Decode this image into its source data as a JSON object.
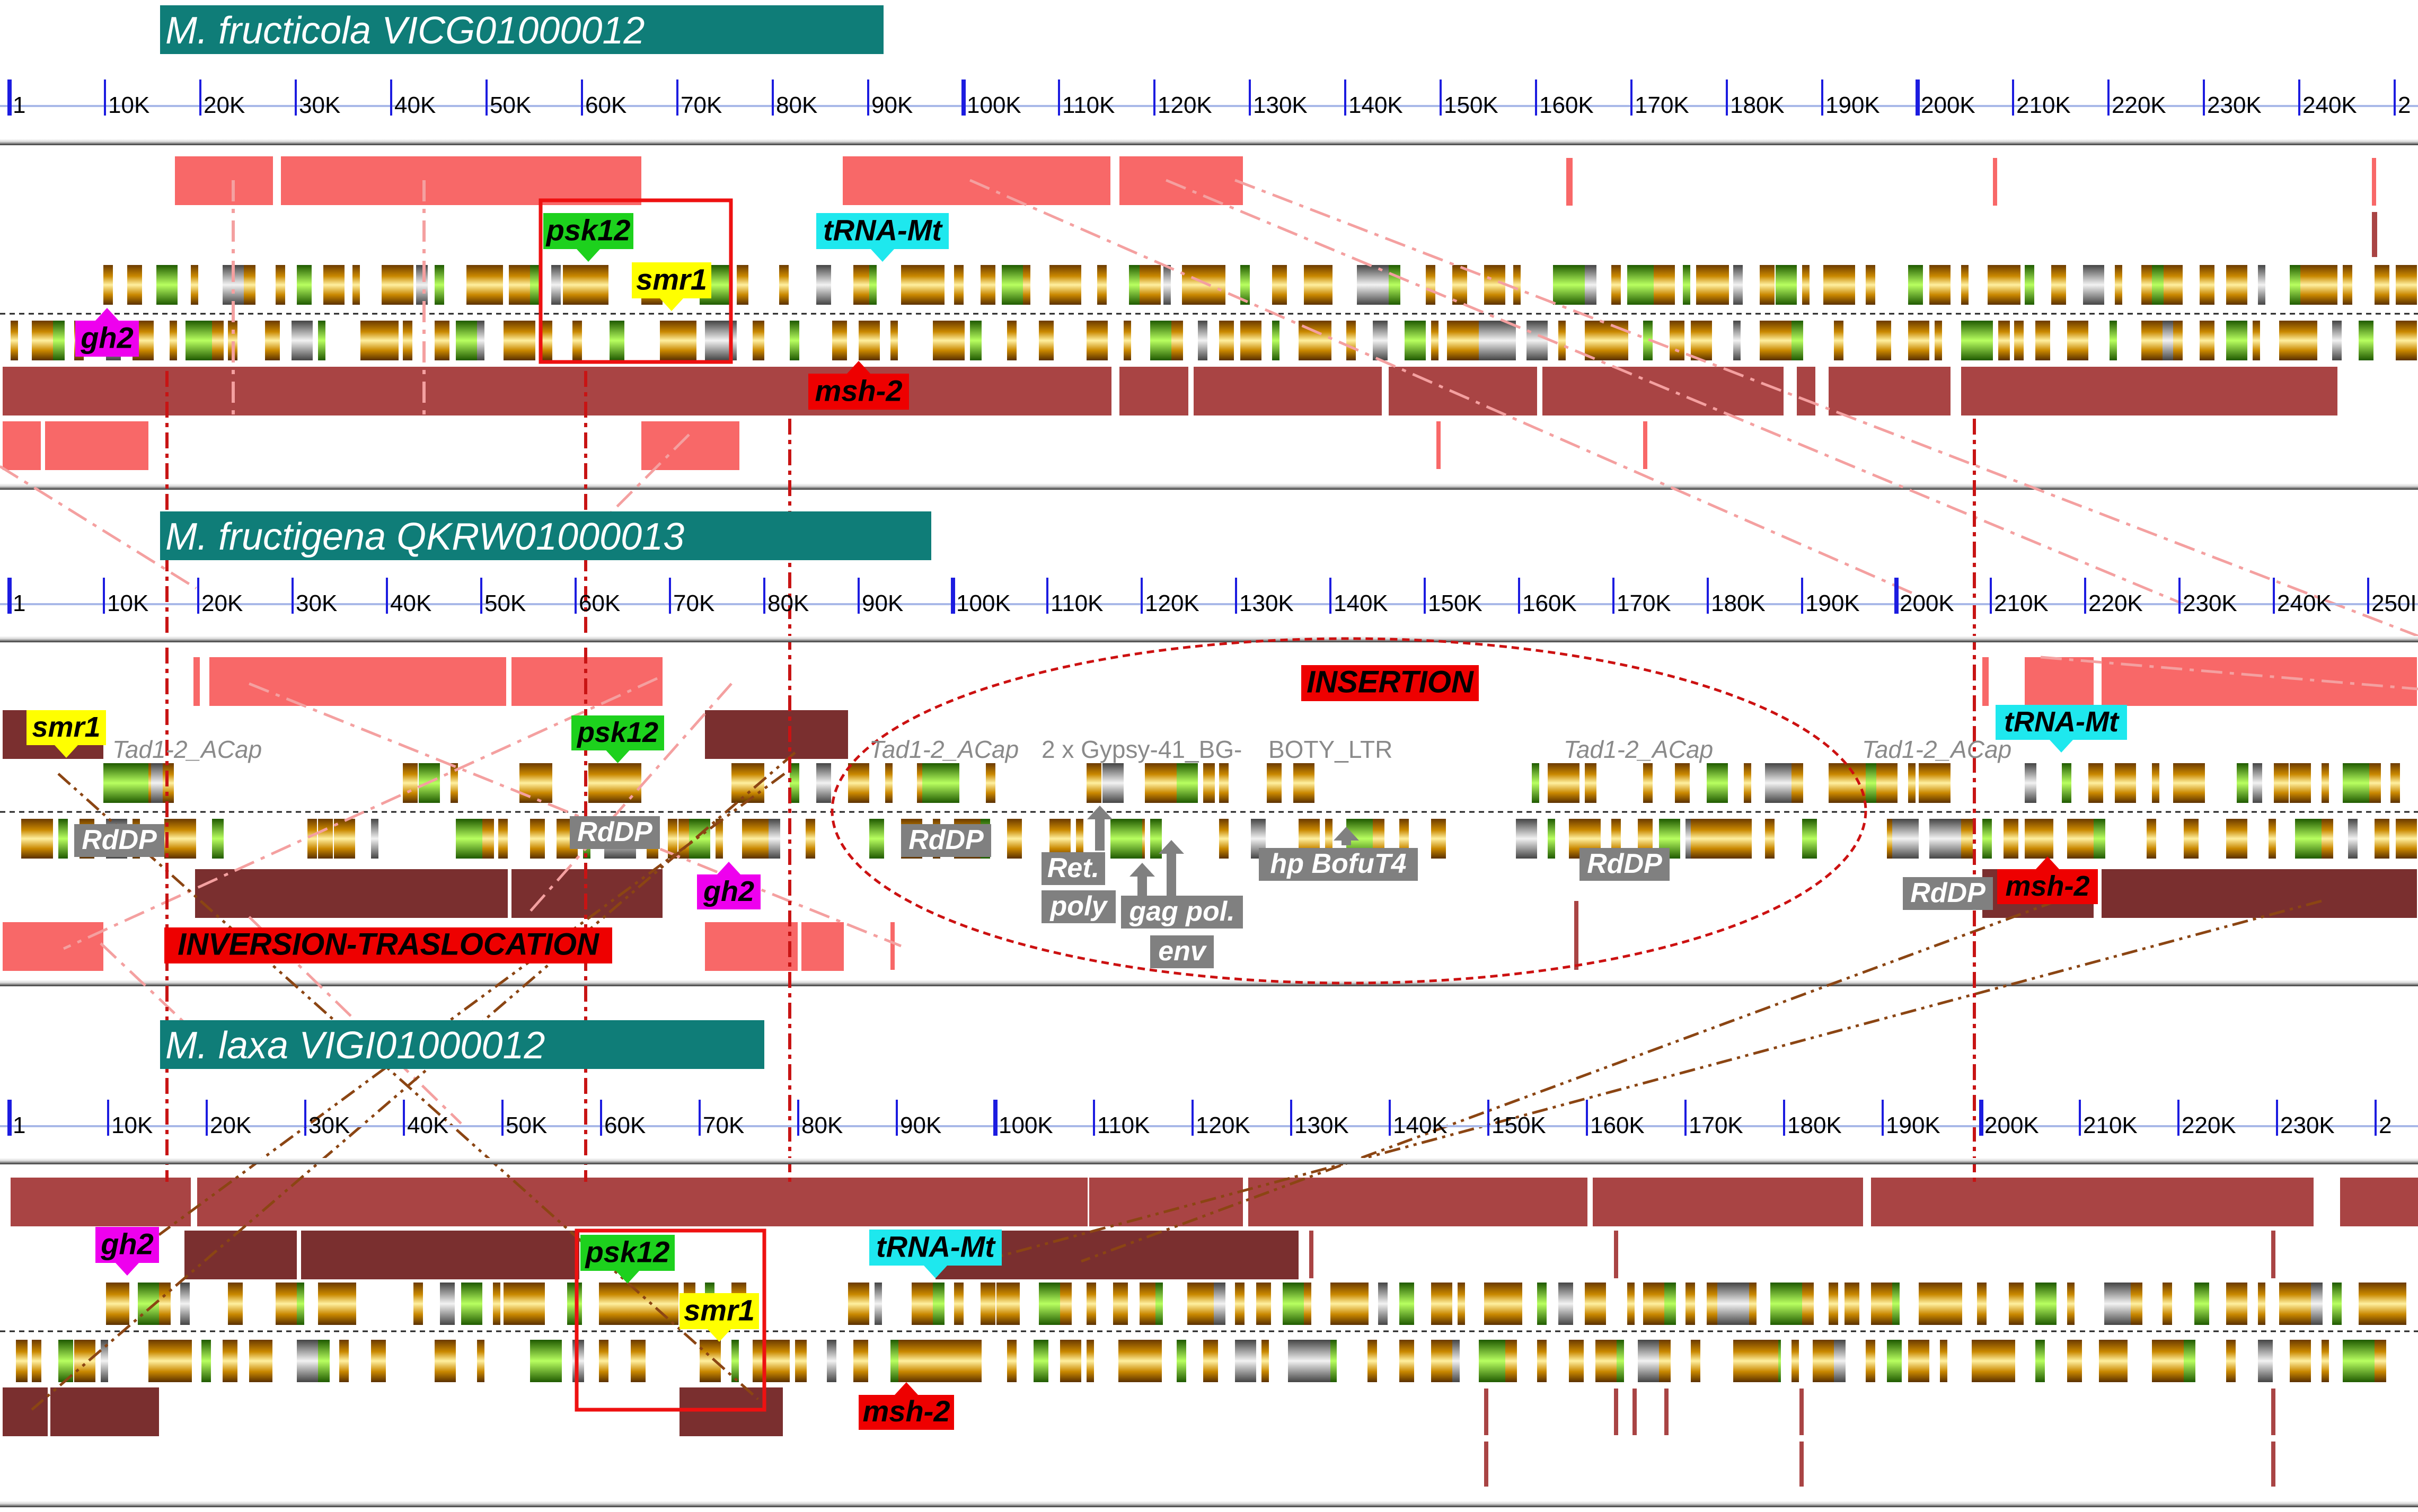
{
  "tracks": [
    {
      "title": "M. fructicola VICG01000012",
      "ticks": [
        "1",
        "10K",
        "20K",
        "30K",
        "40K",
        "50K",
        "60K",
        "70K",
        "80K",
        "90K",
        "100K",
        "110K",
        "120K",
        "130K",
        "140K",
        "150K",
        "160K",
        "170K",
        "180K",
        "190K",
        "200K",
        "210K",
        "220K",
        "230K",
        "240K",
        "2"
      ]
    },
    {
      "title": "M. fructigena QKRW01000013",
      "ticks": [
        "1",
        "10K",
        "20K",
        "30K",
        "40K",
        "50K",
        "60K",
        "70K",
        "80K",
        "90K",
        "100K",
        "110K",
        "120K",
        "130K",
        "140K",
        "150K",
        "160K",
        "170K",
        "180K",
        "190K",
        "200K",
        "210K",
        "220K",
        "230K",
        "240K",
        "250I"
      ]
    },
    {
      "title": "M. laxa VIGI01000012",
      "ticks": [
        "1",
        "10K",
        "20K",
        "30K",
        "40K",
        "50K",
        "60K",
        "70K",
        "80K",
        "90K",
        "100K",
        "110K",
        "120K",
        "130K",
        "140K",
        "150K",
        "160K",
        "170K",
        "180K",
        "190K",
        "200K",
        "210K",
        "220K",
        "230K",
        "2"
      ]
    }
  ],
  "gene_labels": {
    "psk12": "psk12",
    "smr1": "smr1",
    "gh2": "gh2",
    "trna": "tRNA-Mt",
    "msh2": "msh-2",
    "rdrp": "RdDP"
  },
  "event_labels": {
    "insertion": "INSERTION",
    "inversion": "INVERSION-TRASLOCATION"
  },
  "te_labels": {
    "tad1": "Tad1-2_ACap",
    "gypsy": "2 x Gypsy-41_BG-",
    "boty": "BOTY_LTR"
  },
  "te_arrows": {
    "ret": "Ret.",
    "poly": "poly",
    "gag": "gag pol.",
    "env": "env",
    "hp": "hp BofuT4"
  },
  "colors": {
    "title_bg": "#0f7d78",
    "block_light": "#f86868",
    "block_dark": "#a94444",
    "block_darker": "#7a2f2f",
    "green": "#1dd11d",
    "yellow": "#ffff00",
    "magenta": "#ee00ee",
    "cyan": "#1ee8ee",
    "red": "#ee0000",
    "gray": "#808080",
    "link_pink": "#f4a0a0",
    "link_brown": "#8b4513",
    "guide_red": "#c81414"
  }
}
